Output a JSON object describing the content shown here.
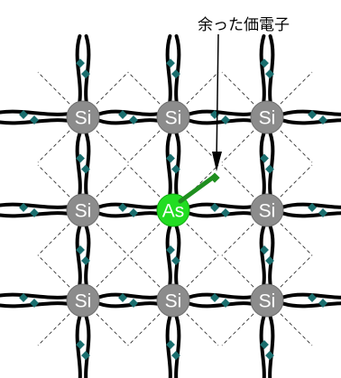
{
  "annotation": {
    "label": "余った価電子"
  },
  "atoms": [
    {
      "id": "r0c0",
      "symbol": "Si",
      "color": "#8c8c8c",
      "row": 0,
      "col": 0
    },
    {
      "id": "r0c1",
      "symbol": "Si",
      "color": "#8c8c8c",
      "row": 0,
      "col": 1
    },
    {
      "id": "r0c2",
      "symbol": "Si",
      "color": "#8c8c8c",
      "row": 0,
      "col": 2
    },
    {
      "id": "r1c0",
      "symbol": "Si",
      "color": "#8c8c8c",
      "row": 1,
      "col": 0
    },
    {
      "id": "r1c1",
      "symbol": "As",
      "color": "#22dd22",
      "row": 1,
      "col": 1
    },
    {
      "id": "r1c2",
      "symbol": "Si",
      "color": "#8c8c8c",
      "row": 1,
      "col": 2
    },
    {
      "id": "r2c0",
      "symbol": "Si",
      "color": "#8c8c8c",
      "row": 2,
      "col": 0
    },
    {
      "id": "r2c1",
      "symbol": "Si",
      "color": "#8c8c8c",
      "row": 2,
      "col": 1
    },
    {
      "id": "r2c2",
      "symbol": "Si",
      "color": "#8c8c8c",
      "row": 2,
      "col": 2
    }
  ],
  "colors": {
    "silicon": "#8c8c8c",
    "arsenic": "#22dd22",
    "electron": "#1a6e6e",
    "extra_electron": "#1f8f1f",
    "bond": "#000000"
  }
}
